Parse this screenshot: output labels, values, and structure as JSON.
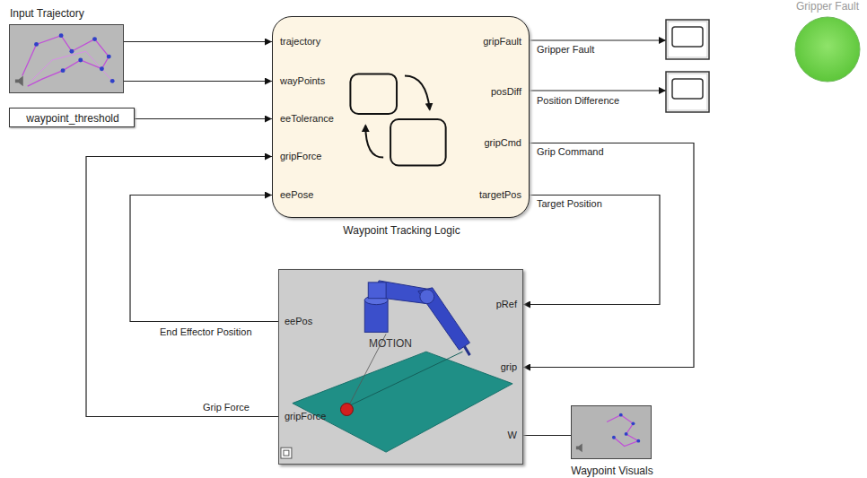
{
  "diagram": {
    "nodes": [
      {
        "text": [
          "Input Trajectory"
        ]
      },
      {
        "text": [
          "waypoint_threshold"
        ]
      },
      {
        "text": [
          "trajectory",
          "wayPoints",
          "eeTolerance",
          "gripForce",
          "eePose",
          "gripFault",
          "posDiff",
          "gripCmd",
          "targetPos",
          "Waypoint Tracking Logic"
        ]
      },
      {
        "text": [
          "Gripper Fault"
        ]
      },
      {
        "text": [
          "eePos",
          "gripForce",
          "pRef",
          "grip",
          "W",
          "MOTION"
        ]
      },
      {
        "text": [
          "Waypoint Visuals"
        ]
      }
    ],
    "edges": [
      {
        "from": 0,
        "to": 2,
        "arrow": "to"
      },
      {
        "from": 0,
        "to": 2,
        "arrow": "to"
      },
      {
        "from": 1,
        "to": 2,
        "arrow": "to"
      },
      {
        "from": 2,
        "to": 4,
        "label": "Grip Command",
        "arrow": "to"
      },
      {
        "from": 2,
        "to": 4,
        "label": "Target Position",
        "arrow": "to"
      },
      {
        "from": 4,
        "to": 2,
        "label": "End Effector Position",
        "arrow": "to"
      },
      {
        "from": 4,
        "to": 2,
        "label": "Grip Force",
        "arrow": "to"
      },
      {
        "from": 4,
        "to": 5,
        "arrow": "none"
      }
    ],
    "labels": [
      "Gripper Fault",
      "Position Difference"
    ]
  }
}
